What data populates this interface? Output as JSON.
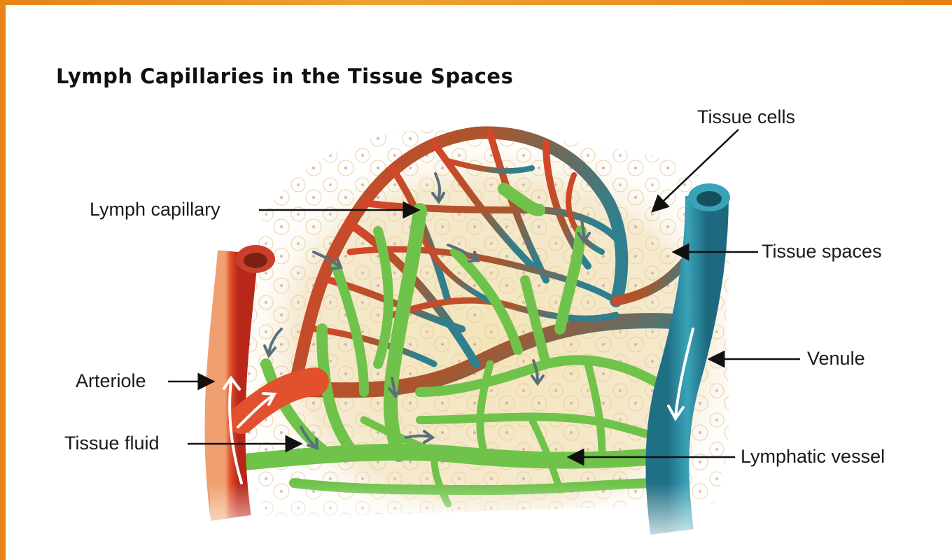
{
  "title": "Lymph Capillaries in the Tissue Spaces",
  "labels": {
    "tissue_cells": "Tissue cells",
    "lymph_capillary": "Lymph capillary",
    "tissue_spaces": "Tissue spaces",
    "arteriole": "Arteriole",
    "venule": "Venule",
    "tissue_fluid": "Tissue fluid",
    "lymphatic_vessel": "Lymphatic vessel"
  },
  "colors": {
    "frame": "#e58515",
    "arteriole": "#d9432a",
    "venule": "#2e8ea0",
    "lymphatic": "#6fc34a",
    "tissue": "#f3e6bf"
  }
}
